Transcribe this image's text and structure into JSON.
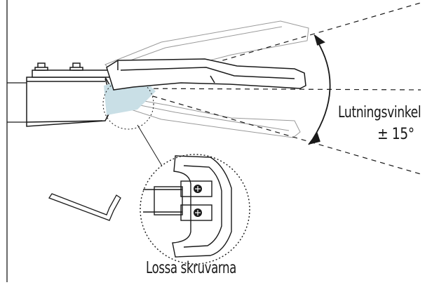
{
  "labels": {
    "tilt_angle": "Lutningsvinkel",
    "tilt_range": "± 15°",
    "loosen_screws": "Lossa skruvarna"
  },
  "colors": {
    "line": "#1a1a1a",
    "ghost_line": "#9a9a9a",
    "highlight": "#c9dfe6",
    "background": "#ffffff"
  },
  "icons": {
    "tilt_arrow": "curved-double-arrow",
    "tool": "allen-key"
  }
}
